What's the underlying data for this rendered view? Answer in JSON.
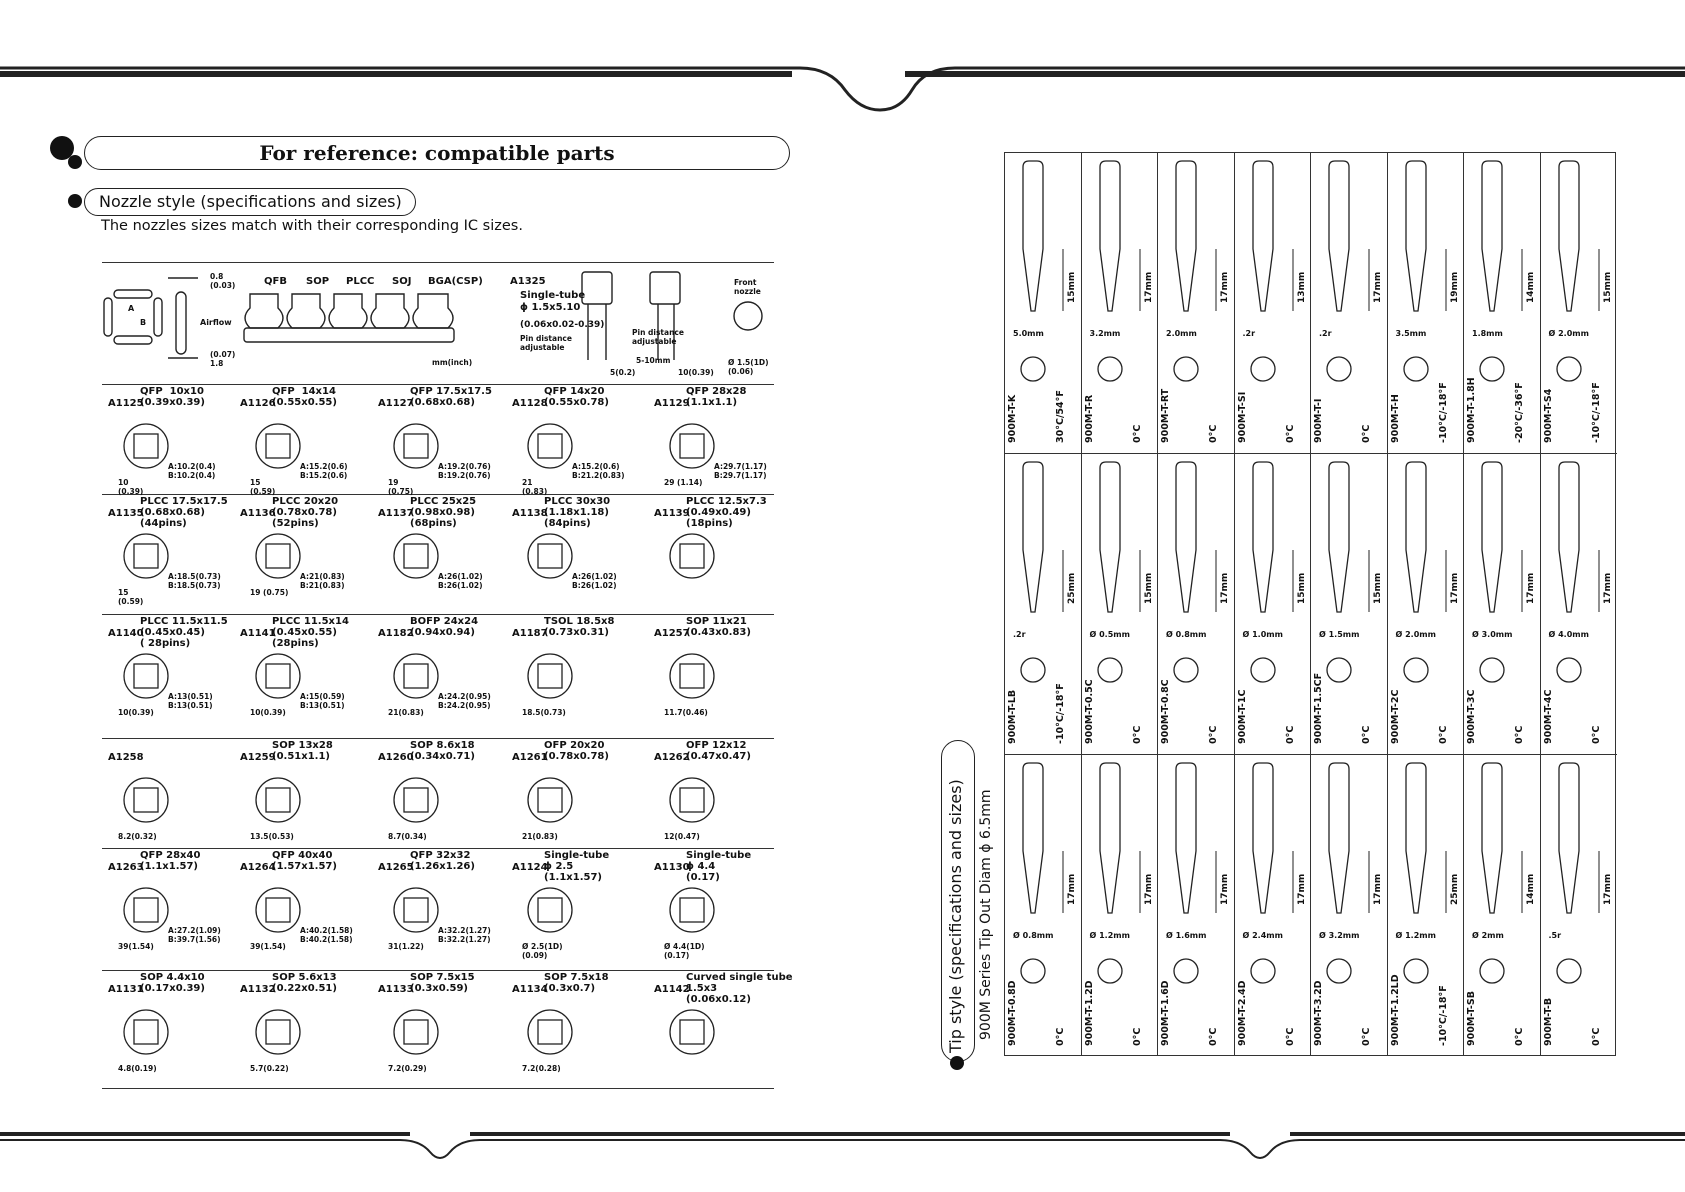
{
  "header": {
    "title": "For reference: compatible parts"
  },
  "nozzle_section": {
    "title": "Nozzle style  (specifications and sizes)",
    "note": "The nozzles sizes match with their corresponding IC sizes."
  },
  "top_band": {
    "airflow": "Airflow",
    "d1": "0.8\n(0.03)",
    "d2": "(0.07)\n1.8",
    "a": "A",
    "b": "B",
    "types": [
      "QFB",
      "SOP",
      "PLCC",
      "SOJ",
      "BGA(CSP)"
    ],
    "unit": "mm(inch)",
    "a1325": "A1325",
    "single": "Single-tube\nϕ 1.5x5.10",
    "range": "(0.06x0.02-0.39)",
    "pin_adj": "Pin distance\nadjustable",
    "pin_adj2": "Pin distance\nadjustable",
    "mm": "5-10mm",
    "w1": "5(0.2)",
    "w2": "10(0.39)",
    "front": "Front\nnozzle",
    "front_d": "Ø 1.5(1D)\n(0.06)"
  },
  "nozzles": [
    {
      "code": "A1125",
      "spec": "QFP  10x10\n(0.39x0.39)",
      "dims": "A:10.2(0.4)\nB:10.2(0.4)",
      "w": "10\n(0.39)"
    },
    {
      "code": "A1126",
      "spec": "QFP  14x14\n(0.55x0.55)",
      "dims": "A:15.2(0.6)\nB:15.2(0.6)",
      "w": "15\n(0.59)"
    },
    {
      "code": "A1127",
      "spec": "QFP 17.5x17.5\n(0.68x0.68)",
      "dims": "A:19.2(0.76)\nB:19.2(0.76)",
      "w": "19\n(0.75)"
    },
    {
      "code": "A1128",
      "spec": "QFP 14x20\n(0.55x0.78)",
      "dims": "A:15.2(0.6)\nB:21.2(0.83)",
      "w": "21\n(0.83)"
    },
    {
      "code": "A1129",
      "spec": "QFP 28x28\n(1.1x1.1)",
      "dims": "A:29.7(1.17)\nB:29.7(1.17)",
      "w": "29 (1.14)"
    },
    {
      "code": "A1135",
      "spec": "PLCC 17.5x17.5\n(0.68x0.68)\n(44pins)",
      "dims": "A:18.5(0.73)\nB:18.5(0.73)",
      "w": "15\n(0.59)"
    },
    {
      "code": "A1136",
      "spec": "PLCC 20x20\n(0.78x0.78)\n(52pins)",
      "dims": "A:21(0.83)\nB:21(0.83)",
      "w": "19 (0.75)"
    },
    {
      "code": "A1137",
      "spec": "PLCC 25x25\n(0.98x0.98)\n(68pins)",
      "dims": "A:26(1.02)\nB:26(1.02)",
      "w": ""
    },
    {
      "code": "A1138",
      "spec": "PLCC 30x30\n(1.18x1.18)\n(84pins)",
      "dims": "A:26(1.02)\nB:26(1.02)",
      "w": ""
    },
    {
      "code": "A1139",
      "spec": "PLCC 12.5x7.3\n(0.49x0.49)\n(18pins)",
      "dims": "",
      "w": ""
    },
    {
      "code": "A1140",
      "spec": "PLCC 11.5x11.5\n(0.45x0.45)\n( 28pins)",
      "dims": "A:13(0.51)\nB:13(0.51)",
      "w": "10(0.39)"
    },
    {
      "code": "A1141",
      "spec": "PLCC 11.5x14\n(0.45x0.55)\n(28pins)",
      "dims": "A:15(0.59)\nB:13(0.51)",
      "w": "10(0.39)"
    },
    {
      "code": "A1182",
      "spec": "BOFP 24x24\n(0.94x0.94)",
      "dims": "A:24.2(0.95)\nB:24.2(0.95)",
      "w": "21(0.83)"
    },
    {
      "code": "A1187",
      "spec": "TSOL 18.5x8\n(0.73x0.31)",
      "dims": "",
      "w": "18.5(0.73)"
    },
    {
      "code": "A1257",
      "spec": "SOP 11x21\n(0.43x0.83)",
      "dims": "",
      "w": "11.7(0.46)"
    },
    {
      "code": "A1258",
      "spec": "",
      "dims": "",
      "w": "8.2(0.32)"
    },
    {
      "code": "A1259",
      "spec": "SOP 13x28\n(0.51x1.1)",
      "dims": "",
      "w": "13.5(0.53)"
    },
    {
      "code": "A1260",
      "spec": "SOP 8.6x18\n(0.34x0.71)",
      "dims": "",
      "w": "8.7(0.34)"
    },
    {
      "code": "A1261",
      "spec": "OFP 20x20\n(0.78x0.78)",
      "dims": "",
      "w": "21(0.83)"
    },
    {
      "code": "A1262",
      "spec": "OFP 12x12\n(0.47x0.47)",
      "dims": "",
      "w": "12(0.47)"
    },
    {
      "code": "A1263",
      "spec": "QFP 28x40\n(1.1x1.57)",
      "dims": "A:27.2(1.09)\nB:39.7(1.56)",
      "w": "39(1.54)"
    },
    {
      "code": "A1264",
      "spec": "QFP 40x40\n(1.57x1.57)",
      "dims": "A:40.2(1.58)\nB:40.2(1.58)",
      "w": "39(1.54)"
    },
    {
      "code": "A1265",
      "spec": "QFP 32x32\n(1.26x1.26)",
      "dims": "A:32.2(1.27)\nB:32.2(1.27)",
      "w": "31(1.22)"
    },
    {
      "code": "A1124",
      "spec": "Single-tube\nϕ 2.5\n(1.1x1.57)",
      "dims": "",
      "w": "Ø 2.5(1D)\n(0.09)"
    },
    {
      "code": "A1130",
      "spec": "Single-tube\nϕ 4.4\n(0.17)",
      "dims": "",
      "w": "Ø 4.4(1D)\n(0.17)"
    },
    {
      "code": "A1131",
      "spec": "SOP 4.4x10\n(0.17x0.39)",
      "dims": "",
      "w": "4.8(0.19)"
    },
    {
      "code": "A1132",
      "spec": "SOP 5.6x13\n(0.22x0.51)",
      "dims": "",
      "w": "5.7(0.22)"
    },
    {
      "code": "A1133",
      "spec": "SOP 7.5x15\n(0.3x0.59)",
      "dims": "",
      "w": "7.2(0.29)"
    },
    {
      "code": "A1134",
      "spec": "SOP 7.5x18\n(0.3x0.7)",
      "dims": "",
      "w": "7.2(0.28)"
    },
    {
      "code": "A1142",
      "spec": "Curved single tube\n1.5x3\n(0.06x0.12)",
      "dims": "",
      "w": ""
    }
  ],
  "tip_section": {
    "title": "Tip style  (specifications and sizes)",
    "subtitle": "900M Series Tip Out Diam ϕ 6.5mm"
  },
  "tips": [
    {
      "name": "900M-T-K",
      "temp": "30°C/54°F",
      "len": "15mm",
      "dia": "5.0mm"
    },
    {
      "name": "900M-T-R",
      "temp": "0°C",
      "len": "17mm",
      "dia": "3.2mm"
    },
    {
      "name": "900M-T-RT",
      "temp": "0°C",
      "len": "17mm",
      "dia": "2.0mm"
    },
    {
      "name": "900M-T-SI",
      "temp": "0°C",
      "len": "13mm",
      "dia": ".2r"
    },
    {
      "name": "900M-T-I",
      "temp": "0°C",
      "len": "17mm",
      "dia": ".2r"
    },
    {
      "name": "900M-T-H",
      "temp": "-10°C/-18°F",
      "len": "19mm",
      "dia": "3.5mm"
    },
    {
      "name": "900M-T-1.8H",
      "temp": "-20°C/-36°F",
      "len": "14mm",
      "dia": "1.8mm"
    },
    {
      "name": "900M-T-S4",
      "temp": "-10°C/-18°F",
      "len": "15mm",
      "dia": "Ø 2.0mm"
    },
    {
      "name": "900M-T-LB",
      "temp": "-10°C/-18°F",
      "len": "25mm",
      "dia": ".2r"
    },
    {
      "name": "900M-T-0.5C",
      "temp": "0°C",
      "len": "15mm",
      "dia": "Ø 0.5mm"
    },
    {
      "name": "900M-T-0.8C",
      "temp": "0°C",
      "len": "17mm",
      "dia": "Ø 0.8mm"
    },
    {
      "name": "900M-T-1C",
      "temp": "0°C",
      "len": "15mm",
      "dia": "Ø 1.0mm"
    },
    {
      "name": "900M-T-1.5CF",
      "temp": "0°C",
      "len": "15mm",
      "dia": "Ø 1.5mm"
    },
    {
      "name": "900M-T-2C",
      "temp": "0°C",
      "len": "17mm",
      "dia": "Ø 2.0mm"
    },
    {
      "name": "900M-T-3C",
      "temp": "0°C",
      "len": "17mm",
      "dia": "Ø 3.0mm"
    },
    {
      "name": "900M-T-4C",
      "temp": "0°C",
      "len": "17mm",
      "dia": "Ø 4.0mm"
    },
    {
      "name": "900M-T-0.8D",
      "temp": "0°C",
      "len": "17mm",
      "dia": "Ø 0.8mm"
    },
    {
      "name": "900M-T-1.2D",
      "temp": "0°C",
      "len": "17mm",
      "dia": "Ø 1.2mm"
    },
    {
      "name": "900M-T-1.6D",
      "temp": "0°C",
      "len": "17mm",
      "dia": "Ø 1.6mm"
    },
    {
      "name": "900M-T-2.4D",
      "temp": "0°C",
      "len": "17mm",
      "dia": "Ø 2.4mm"
    },
    {
      "name": "900M-T-3.2D",
      "temp": "0°C",
      "len": "17mm",
      "dia": "Ø 3.2mm"
    },
    {
      "name": "900M-T-1.2LD",
      "temp": "-10°C/-18°F",
      "len": "25mm",
      "dia": "Ø 1.2mm"
    },
    {
      "name": "900M-T-SB",
      "temp": "0°C",
      "len": "14mm",
      "dia": "Ø 2mm"
    },
    {
      "name": "900M-T-B",
      "temp": "0°C",
      "len": "17mm",
      "dia": ".5r"
    }
  ]
}
